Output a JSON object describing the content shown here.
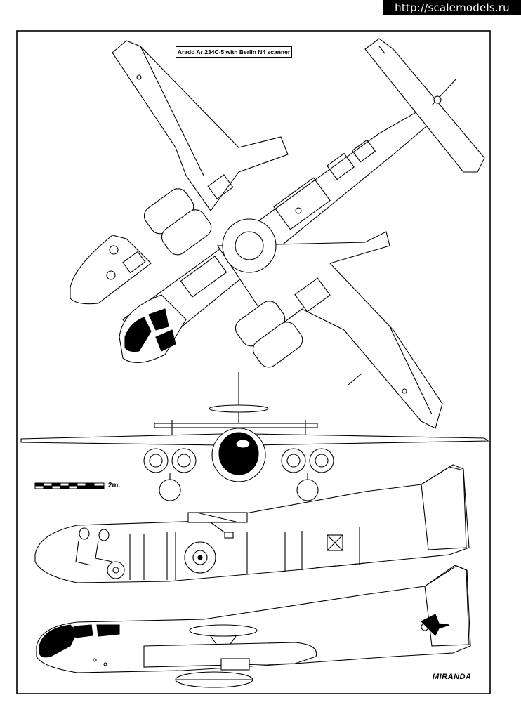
{
  "watermark": "http://scalemodels.ru",
  "drawing": {
    "title": "Arado Ar 234C-5 with Berlin N4 scanner",
    "scale_label": "2m.",
    "signature": "MIRANDA"
  },
  "views": [
    "top-view",
    "front-view",
    "side-view-cutaway",
    "side-view-exterior"
  ]
}
